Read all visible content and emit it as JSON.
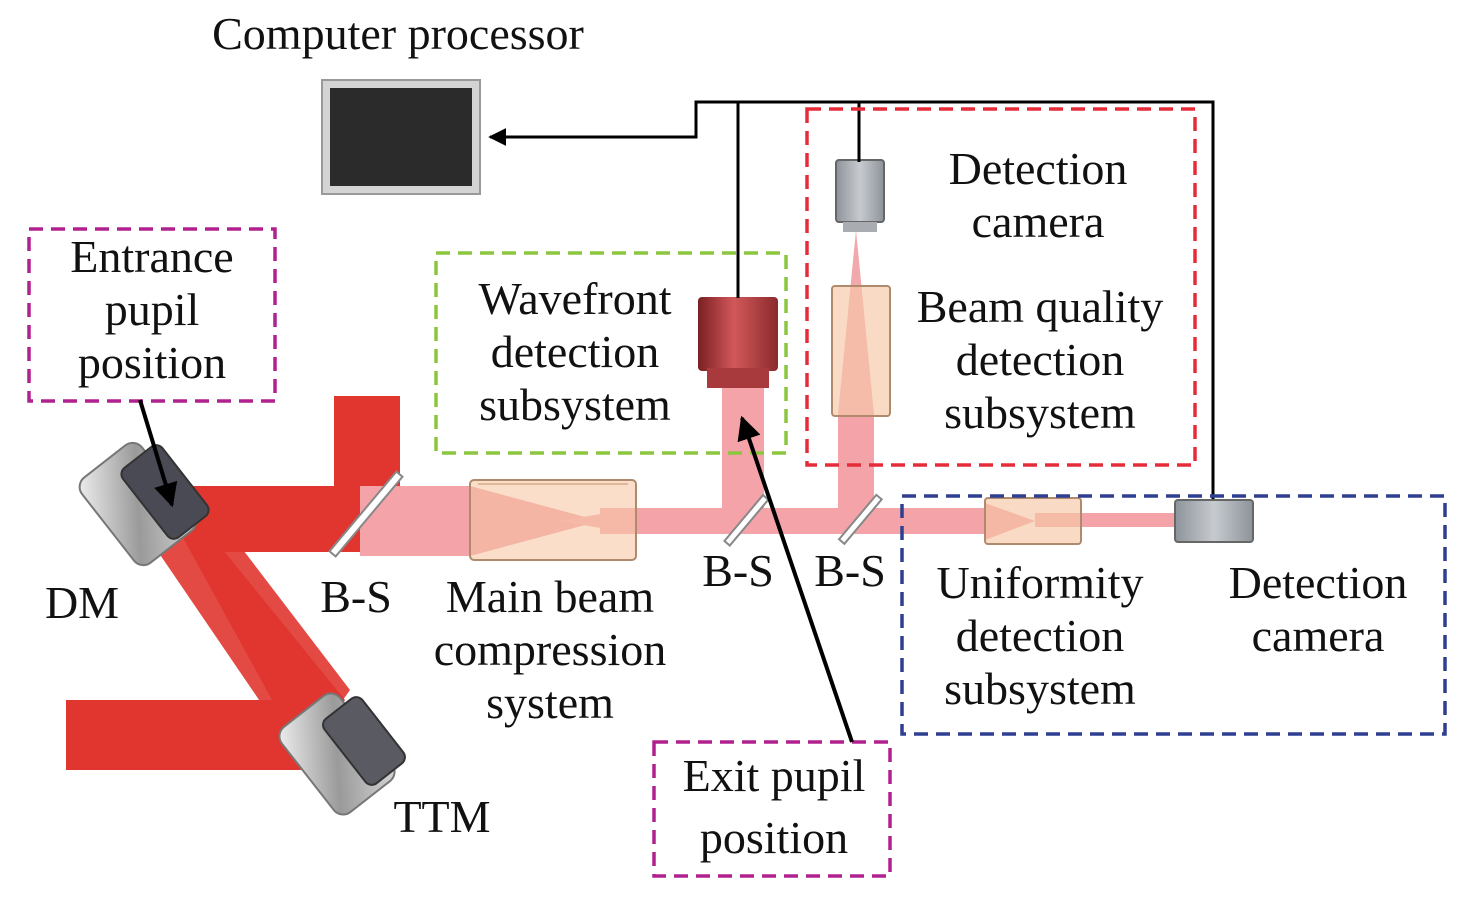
{
  "title": "Computer processor",
  "labels": {
    "entrance_pupil": [
      "Entrance",
      "pupil",
      "position"
    ],
    "wavefront": [
      "Wavefront",
      "detection",
      "subsystem"
    ],
    "detection_camera_top": [
      "Detection",
      "camera"
    ],
    "beam_quality": [
      "Beam quality",
      "detection",
      "subsystem"
    ],
    "dm": "DM",
    "ttm": "TTM",
    "bs_1": "B-S",
    "bs_2": "B-S",
    "bs_3": "B-S",
    "main_beam": [
      "Main beam",
      "compression",
      "system"
    ],
    "uniformity": [
      "Uniformity",
      "detection",
      "subsystem"
    ],
    "detection_camera_right": [
      "Detection",
      "camera"
    ],
    "exit_pupil": [
      "Exit pupil",
      "position"
    ]
  },
  "colors": {
    "beam_strong": "#e0362f",
    "beam_light": "#f4a3a8",
    "green_box": "#8cc63f",
    "red_box": "#e52d3a",
    "blue_box": "#2e3f92",
    "magenta_box": "#b0208f",
    "lens_fill": "#f6c8a6",
    "monitor": "#2b2b2b"
  }
}
